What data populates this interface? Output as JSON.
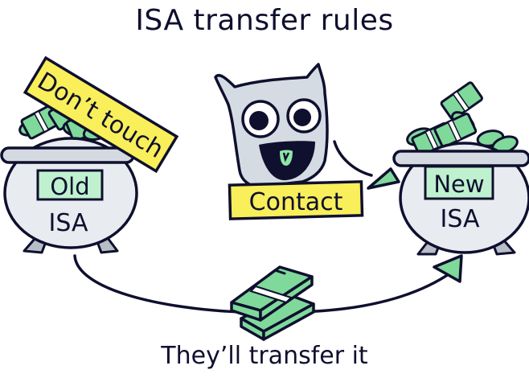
{
  "title": "ISA transfer rules",
  "caption": "They’ll transfer it",
  "old_pot": {
    "tag": "Old",
    "label": "ISA",
    "sign": "Don’t touch"
  },
  "new_pot": {
    "tag": "New",
    "label": "ISA"
  },
  "provider": {
    "sign": "Contact",
    "icon": "monster-character-icon"
  },
  "transfer": {
    "icon": "cash-bundle-icon"
  },
  "colors": {
    "ink": "#0f0f2e",
    "pot": "#e8ebf0",
    "pot_rim": "#d5dae2",
    "pot_feet": "#b7bec8",
    "cash": "#7fd99a",
    "tag": "#bff1cf",
    "sign": "#f8ef5a",
    "monster": "#d5dbe3",
    "tongue": "#8ee6a6"
  }
}
